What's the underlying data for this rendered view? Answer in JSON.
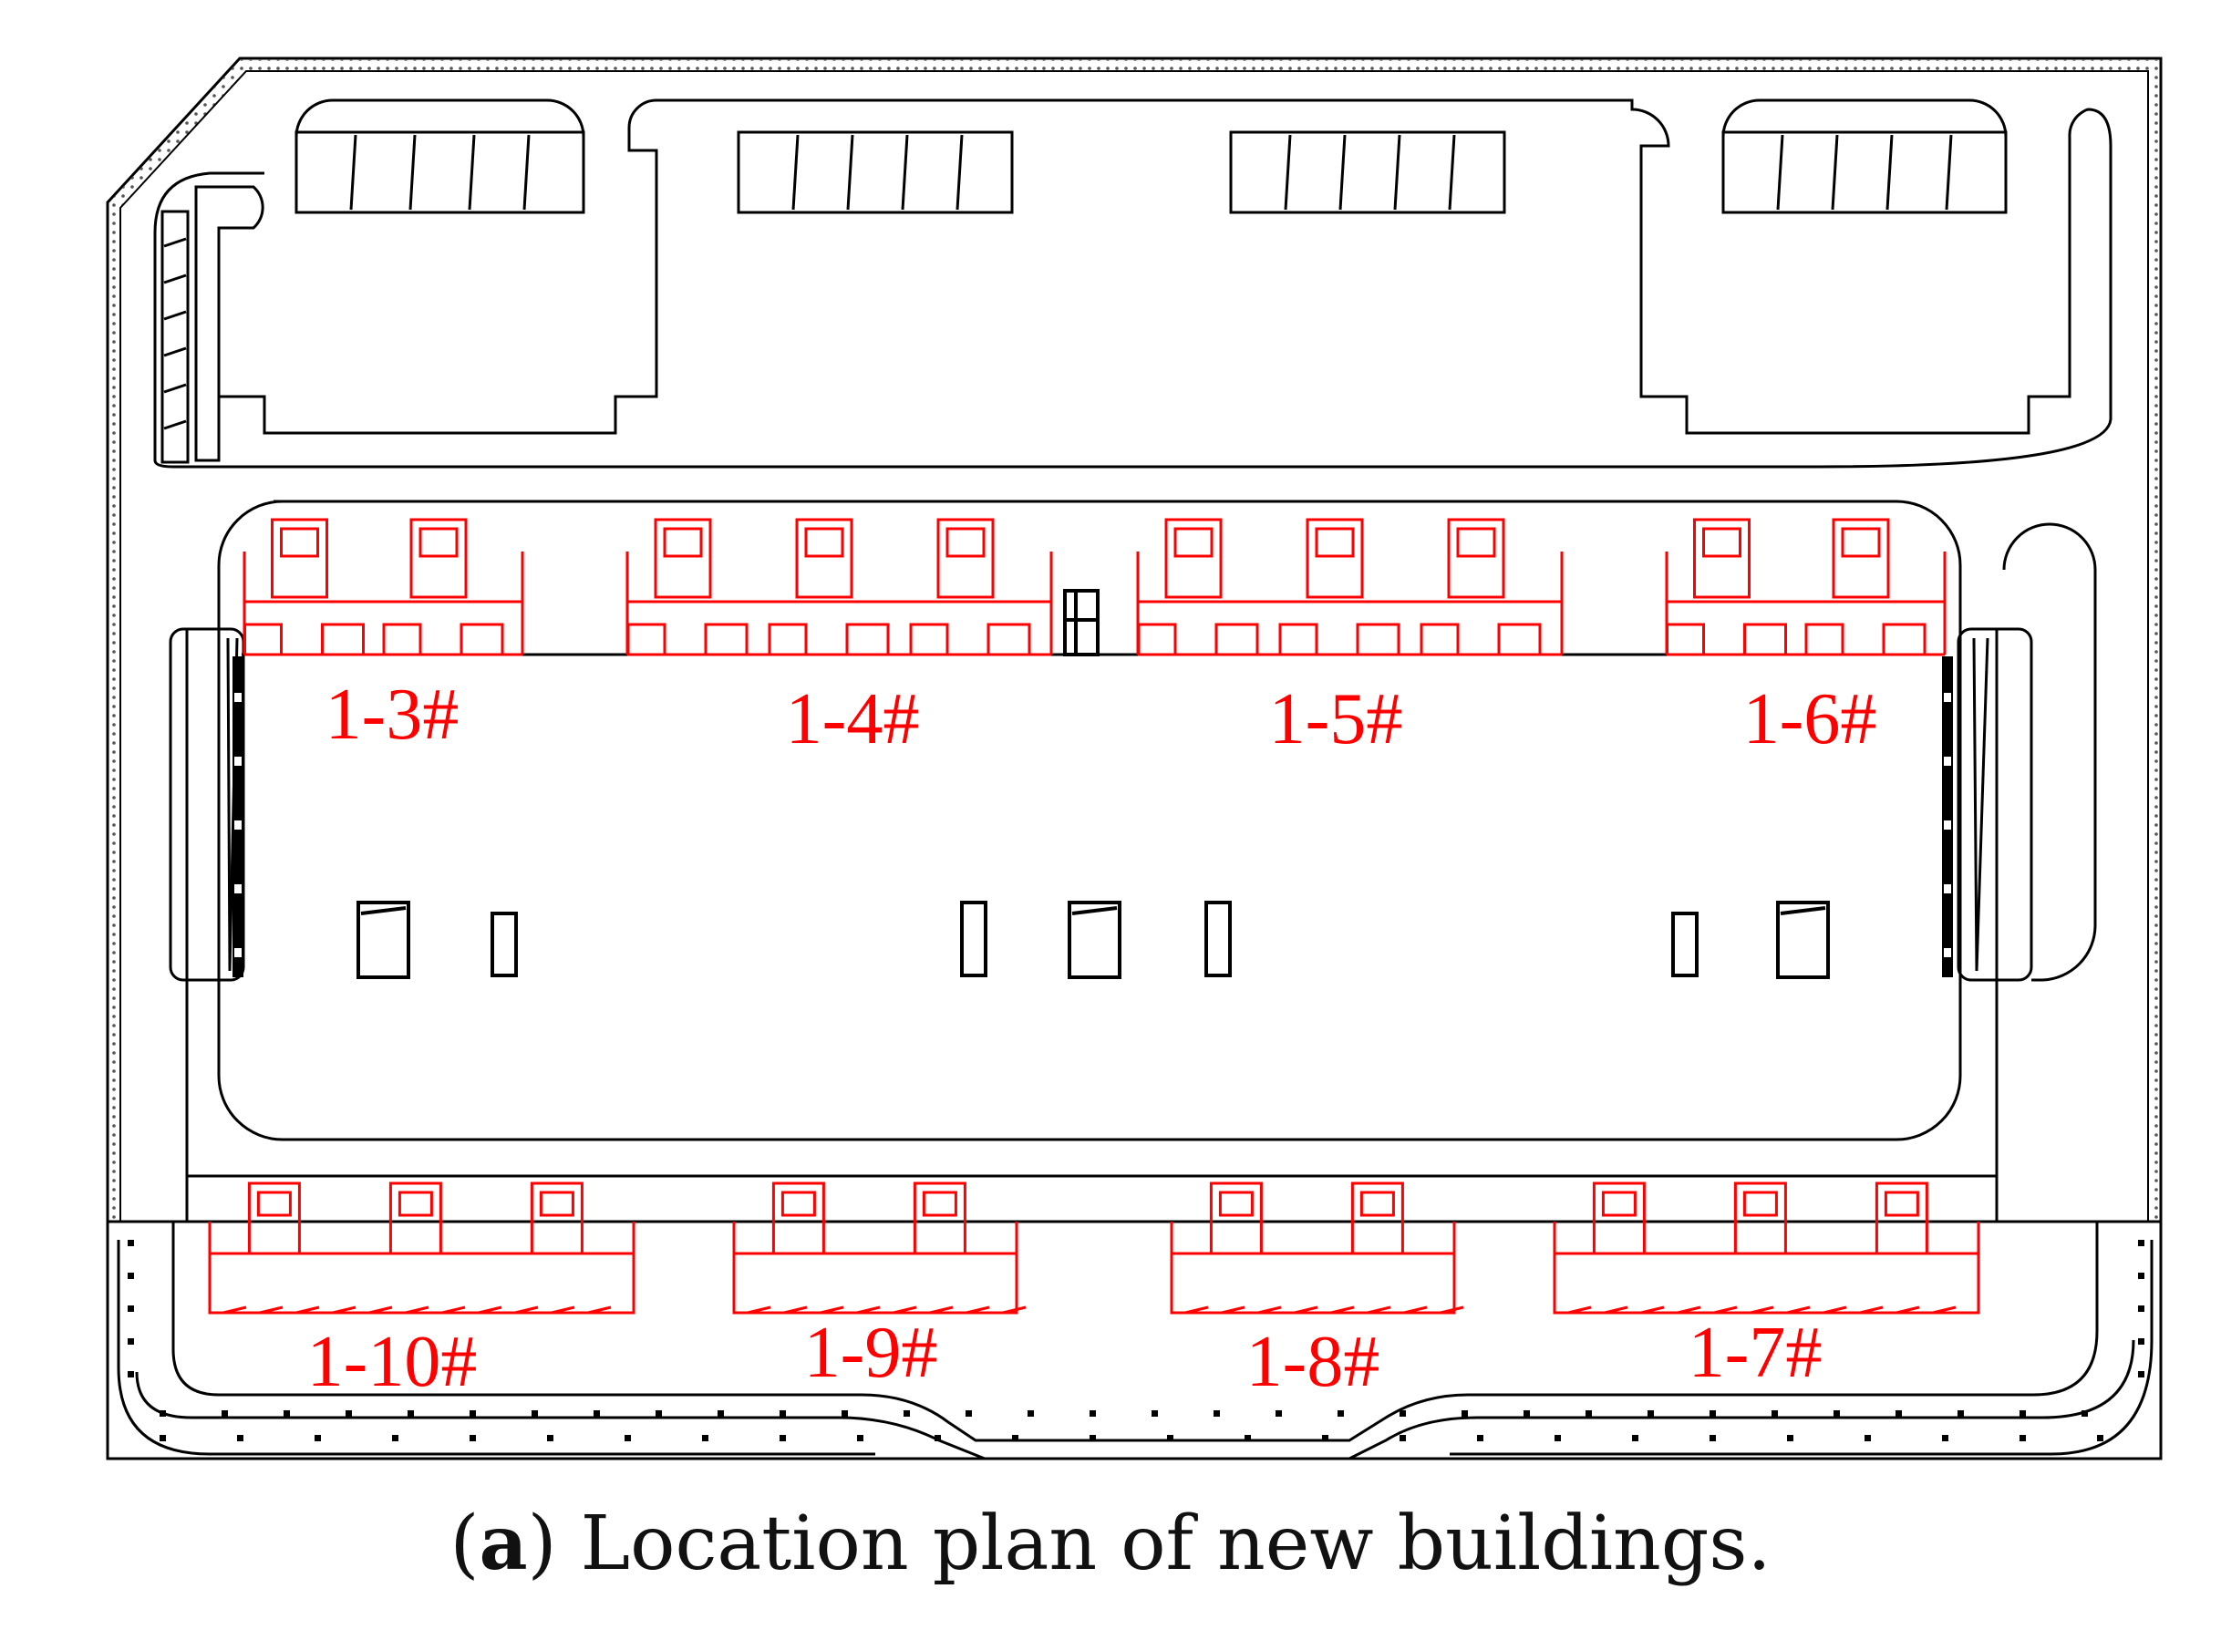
{
  "colors": {
    "ink": "#000000",
    "highlight": "#ff0000",
    "dots": "#555555"
  },
  "buildings": [
    {
      "id": "b3",
      "label": "1-3#",
      "type": "north"
    },
    {
      "id": "b4",
      "label": "1-4#",
      "type": "north"
    },
    {
      "id": "b5",
      "label": "1-5#",
      "type": "north"
    },
    {
      "id": "b6",
      "label": "1-6#",
      "type": "north"
    },
    {
      "id": "b10",
      "label": "1-10#",
      "type": "south"
    },
    {
      "id": "b9",
      "label": "1-9#",
      "type": "south"
    },
    {
      "id": "b8",
      "label": "1-8#",
      "type": "south"
    },
    {
      "id": "b7",
      "label": "1-7#",
      "type": "south"
    }
  ],
  "caption": {
    "letter": "a",
    "text": "Location plan of new buildings."
  }
}
